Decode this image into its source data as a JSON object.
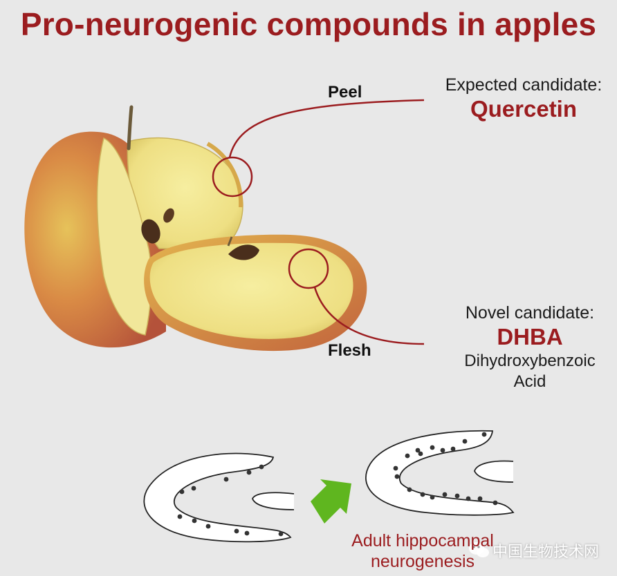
{
  "title": "Pro-neurogenic compounds in apples",
  "labels": {
    "peel": "Peel",
    "flesh": "Flesh"
  },
  "expected": {
    "kicker": "Expected candidate:",
    "name": "Quercetin"
  },
  "novel": {
    "kicker": "Novel candidate:",
    "name": "DHBA",
    "line1": "Dihydroxybenzoic",
    "line2": "Acid"
  },
  "outcome": {
    "line1": "Adult hippocampal",
    "line2": "neurogenesis"
  },
  "watermark": "中国生物技术网",
  "colors": {
    "accent": "#9b1c1f",
    "arrow": "#5fb61f",
    "background": "#e8e8e8"
  },
  "icons": {
    "wechat": "wechat-icon"
  }
}
